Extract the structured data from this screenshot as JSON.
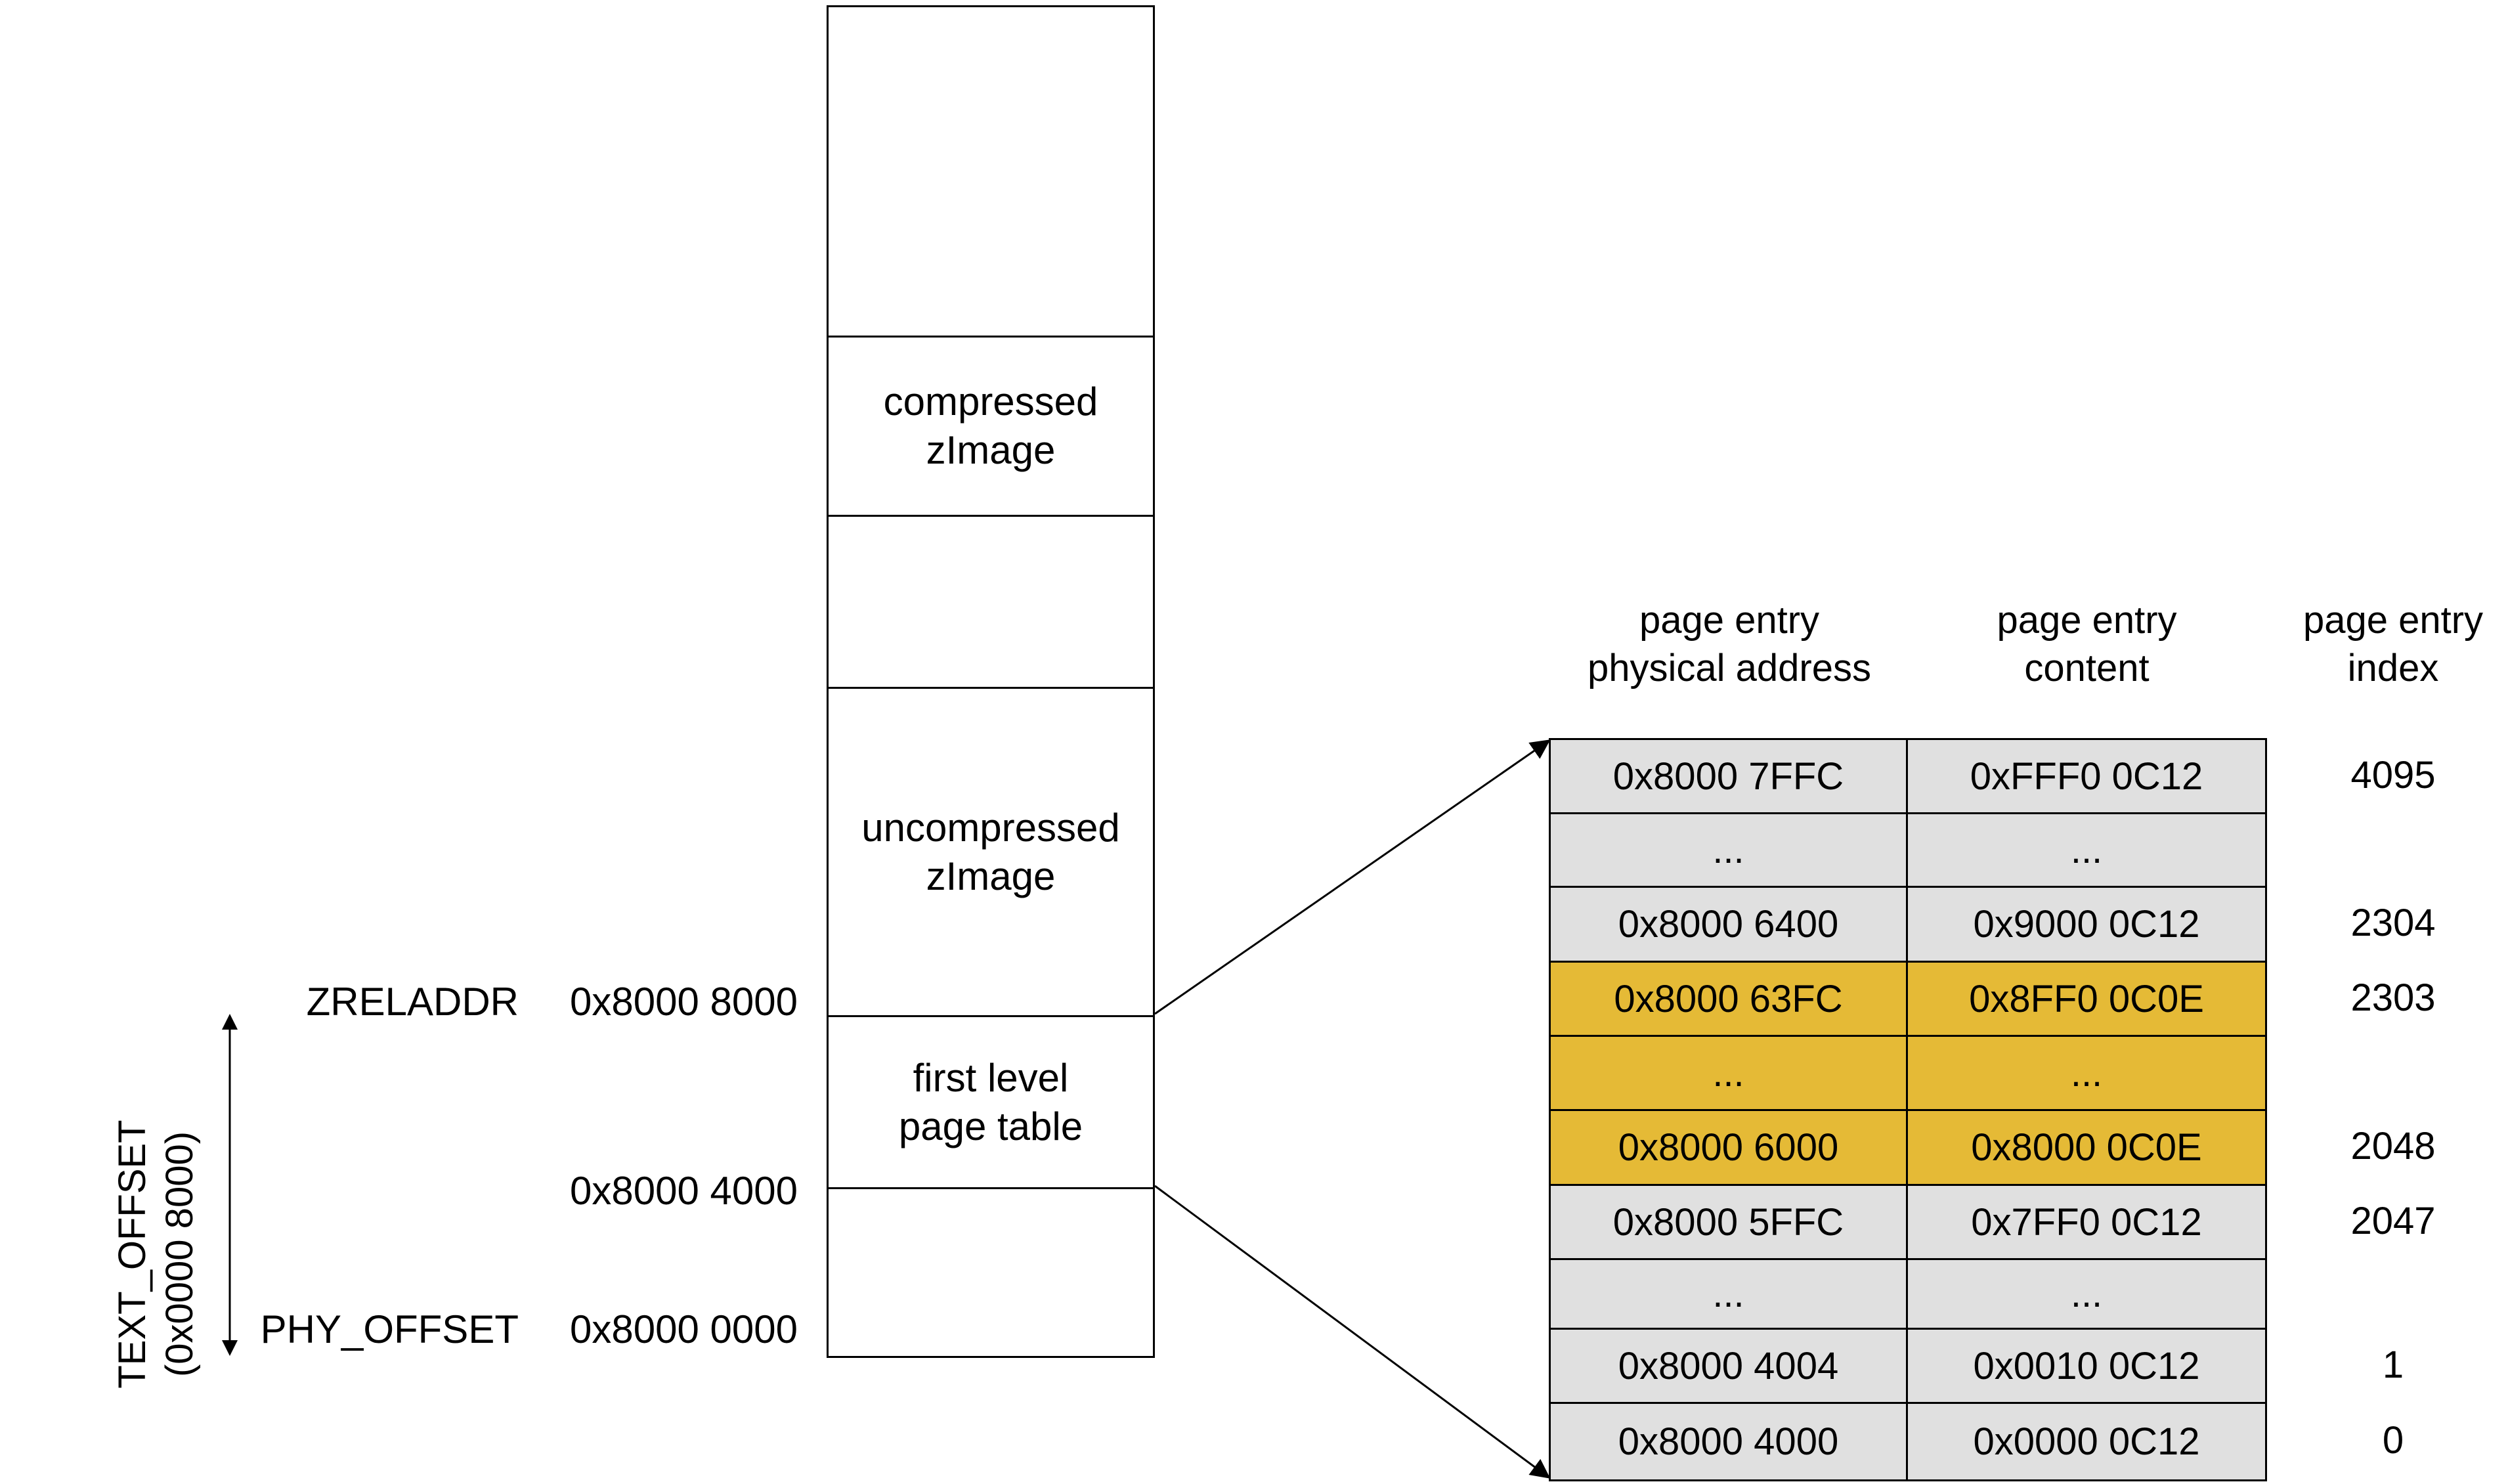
{
  "colors": {
    "highlight": "#E5BA36",
    "cell_gray": "#E0E0E0",
    "line": "#000000"
  },
  "memory_regions": [
    {
      "id": "top",
      "label": ""
    },
    {
      "id": "compressed",
      "label": "compressed\nzImage"
    },
    {
      "id": "gap",
      "label": ""
    },
    {
      "id": "uncompressed",
      "label": "uncompressed\nzImage"
    },
    {
      "id": "page-table",
      "label": "first level\npage table"
    },
    {
      "id": "bottom",
      "label": ""
    }
  ],
  "address_labels": {
    "zreladdr": {
      "name": "ZRELADDR",
      "value": "0x8000 8000"
    },
    "mid": {
      "value": "0x8000 4000"
    },
    "phy_offset": {
      "name": "PHY_OFFSET",
      "value": "0x8000 0000"
    }
  },
  "text_offset": {
    "line1": "TEXT_OFFSET",
    "line2": "(0x0000 8000)"
  },
  "page_table": {
    "headers": {
      "address": "page entry\nphysical address",
      "content": "page entry\ncontent",
      "index": "page entry\nindex"
    },
    "rows": [
      {
        "address": "0x8000 7FFC",
        "content": "0xFFF0 0C12",
        "index": "4095",
        "highlight": false
      },
      {
        "address": "...",
        "content": "...",
        "index": "",
        "highlight": false
      },
      {
        "address": "0x8000 6400",
        "content": "0x9000 0C12",
        "index": "2304",
        "highlight": false
      },
      {
        "address": "0x8000 63FC",
        "content": "0x8FF0 0C0E",
        "index": "2303",
        "highlight": true
      },
      {
        "address": "...",
        "content": "...",
        "index": "",
        "highlight": true
      },
      {
        "address": "0x8000 6000",
        "content": "0x8000 0C0E",
        "index": "2048",
        "highlight": true
      },
      {
        "address": "0x8000 5FFC",
        "content": "0x7FF0 0C12",
        "index": "2047",
        "highlight": false
      },
      {
        "address": "...",
        "content": "...",
        "index": "",
        "highlight": false
      },
      {
        "address": "0x8000 4004",
        "content": "0x0010 0C12",
        "index": "1",
        "highlight": false
      },
      {
        "address": "0x8000 4000",
        "content": "0x0000 0C12",
        "index": "0",
        "highlight": false
      }
    ]
  }
}
